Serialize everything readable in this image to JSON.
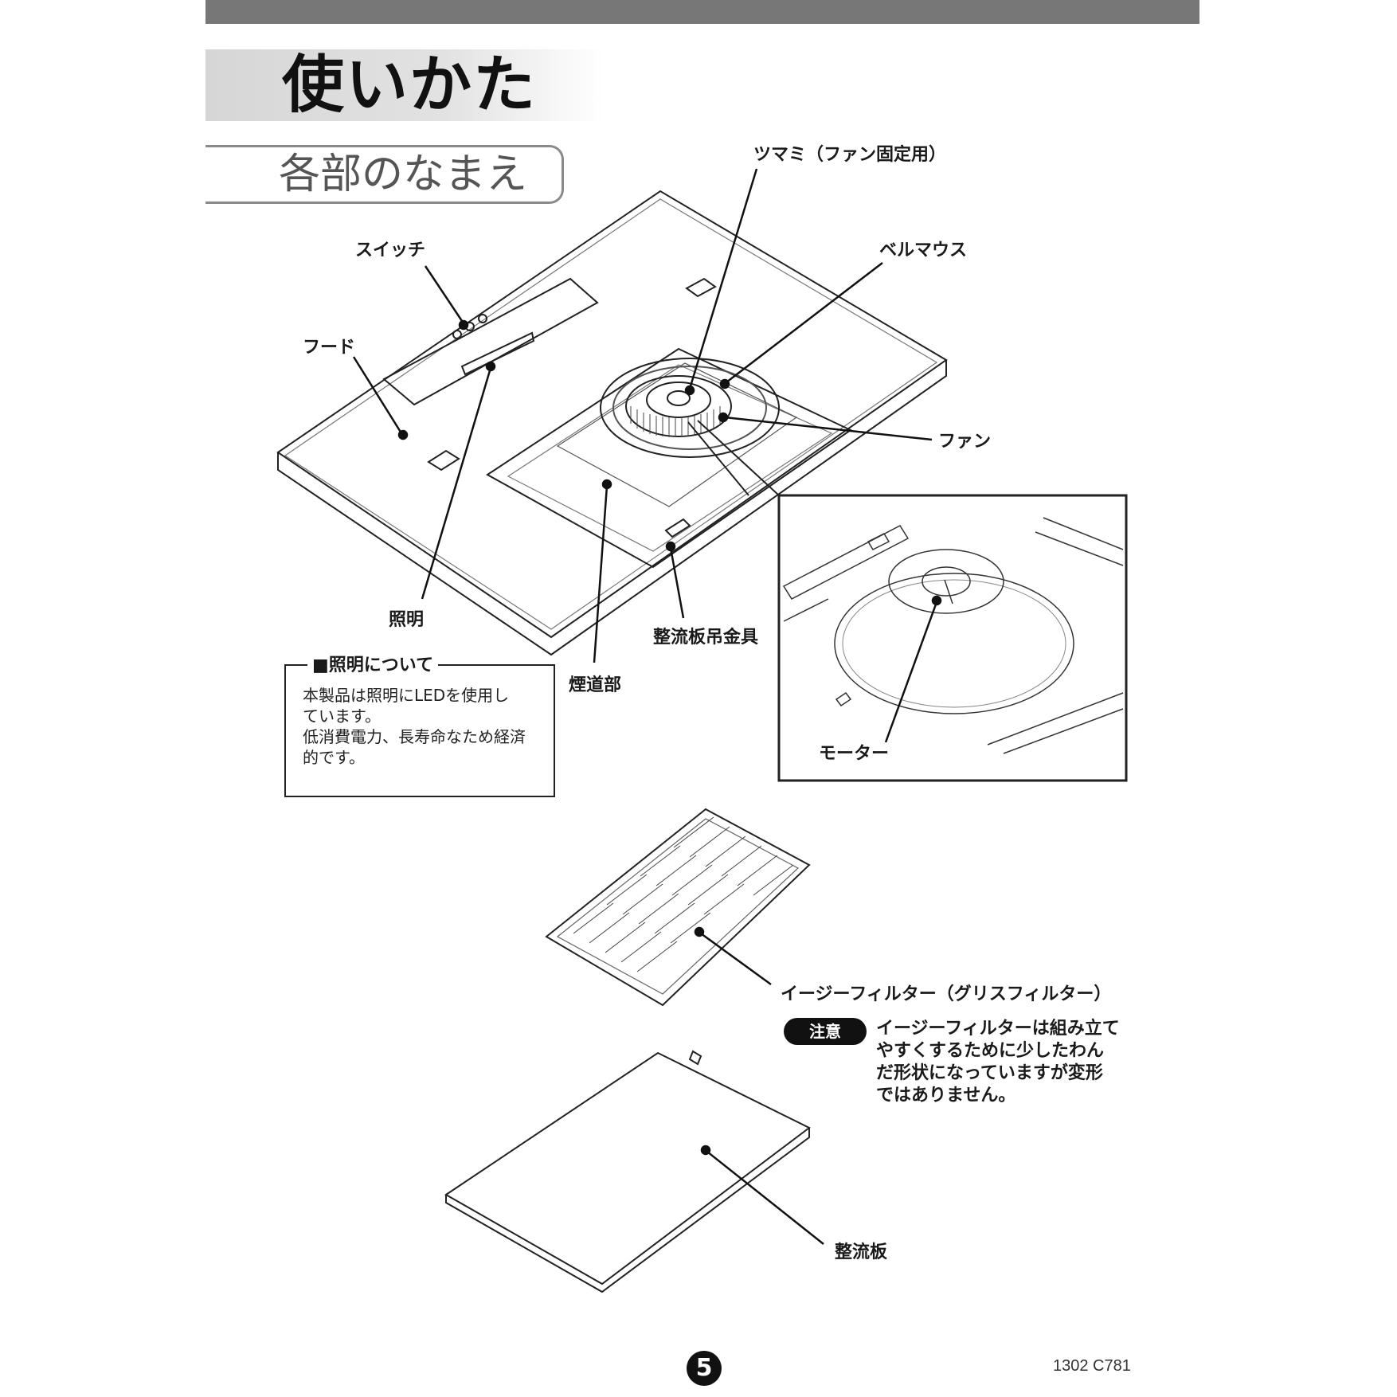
{
  "header": {
    "title": "使いかた",
    "section": "各部のなまえ"
  },
  "labels": {
    "switch": "スイッチ",
    "hood": "フード",
    "knob": "ツマミ（ファン固定用）",
    "bellmouth": "ベルマウス",
    "fan": "ファン",
    "lighting": "照明",
    "flue": "煙道部",
    "plate_hanger": "整流板吊金具",
    "motor": "モーター",
    "easy_filter": "イージーフィルター（グリスフィルター）",
    "rectifier_plate": "整流板"
  },
  "lighting_note": {
    "title": "■照明について",
    "body_lines": [
      "本製品は照明にLEDを使用し",
      "ています。",
      "低消費電力、長寿命なため経済",
      "的です。"
    ]
  },
  "caution": {
    "badge": "注意",
    "text_lines": [
      "イージーフィルターは組み立て",
      "やすくするために少したわん",
      "だ形状になっていますが変形",
      "ではありません。"
    ]
  },
  "footer": {
    "page_number": "5",
    "doc_code": "1302 C781"
  }
}
